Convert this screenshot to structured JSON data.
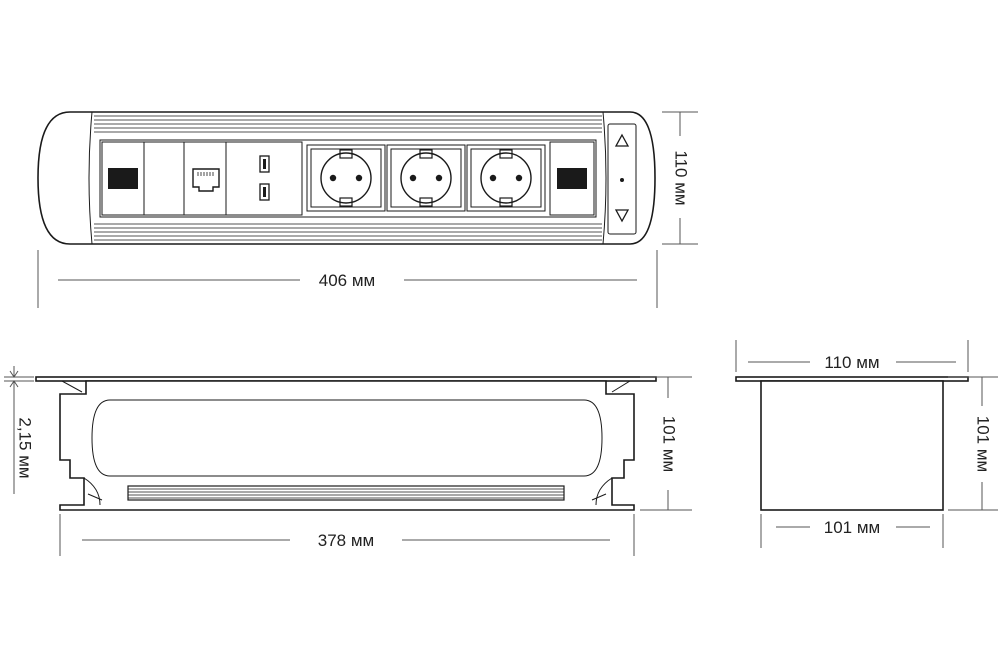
{
  "dimensions": {
    "top_height": "110 мм",
    "top_width": "406 мм",
    "front_flange": "2,15 мм",
    "front_height": "101 мм",
    "front_width": "378 мм",
    "side_top_width": "110 мм",
    "side_height": "101 мм",
    "side_bottom_width": "101 мм"
  },
  "modules": [
    "switch-left",
    "blank",
    "rj45",
    "usb-dual",
    "schuko",
    "schuko",
    "schuko",
    "switch-right",
    "control-panel"
  ],
  "colors": {
    "line": "#1a1a1a",
    "dim": "#555555"
  }
}
